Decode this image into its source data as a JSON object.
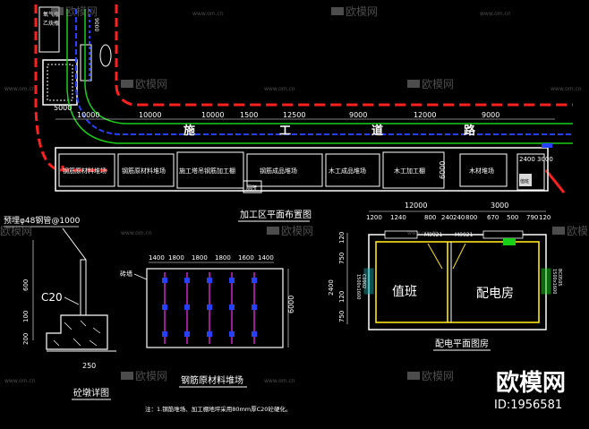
{
  "site_plan": {
    "title": "加工区平面布置图",
    "road_chars": [
      "施",
      "工",
      "道",
      "路"
    ],
    "dims_top": [
      "10000",
      "10000",
      "10000",
      "1500",
      "12500",
      "9000",
      "12000",
      "9000"
    ],
    "dim_left_vert": "9000",
    "dim_5000": "5000",
    "dim_6000": "6000",
    "dim_2400": "2400",
    "dim_3000": "3000",
    "labels_top": [
      "氧气瓶",
      "乙炔瓶"
    ],
    "zones": [
      "钢筋原材料堆场",
      "钢筋原材料堆场",
      "施工塔吊钢筋加工棚",
      "钢筋成品堆场",
      "木工成品堆场",
      "木工加工棚",
      "木材堆场"
    ],
    "small_box_label": "厕所",
    "corner_label": "值班"
  },
  "pier": {
    "title": "砼墩详图",
    "top_label": "预埋φ48钢管@1000",
    "mat_label": "C20",
    "dims_vert": [
      "600",
      "100",
      "200"
    ],
    "dim_bottom": "250"
  },
  "rebar_yard": {
    "title": "钢筋原材料堆场",
    "dims_top": [
      "1400",
      "1800",
      "1800",
      "1800",
      "1600",
      "1400"
    ],
    "dim_right": "6000",
    "left_label": "砖墙"
  },
  "power_room": {
    "title": "配电平面图房",
    "dim_total": "12000",
    "dim_right_total": "3000",
    "dims_top": [
      "1200",
      "1240",
      "800",
      "240",
      "240",
      "800",
      "670",
      "500",
      "790",
      "120"
    ],
    "dims_left": [
      "120",
      "750",
      "2400",
      "120",
      "750"
    ],
    "left_window": [
      "1500x1600",
      "C0902"
    ],
    "right_window": [
      "1500x1600",
      "BC0505"
    ],
    "door_left": "M0921",
    "door_right": "M0921",
    "room_left": "值班",
    "room_right": "配电房"
  },
  "note": "注：1.钢筋堆场、加工棚地坪采用80mm厚C20砼硬化。",
  "watermark": {
    "text": "欧模网",
    "url": "www.om.cn",
    "id": "ID:1956581"
  },
  "colors": {
    "background": "#000000",
    "red": "#ff2020",
    "green": "#19d019",
    "blue": "#2540ff",
    "white": "#ffffff",
    "yellow": "#ffe41a",
    "magenta": "#ff30ff",
    "cyan": "#29e0e0"
  }
}
